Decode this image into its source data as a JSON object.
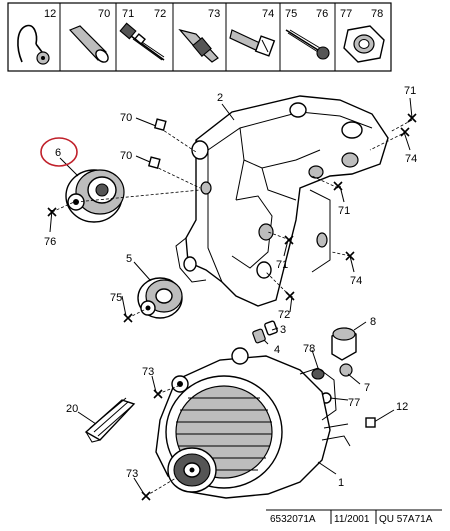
{
  "header": {
    "cells": [
      {
        "label": "12",
        "icon": "clip-icon"
      },
      {
        "label": "70",
        "icon": "plug-icon"
      },
      {
        "label": "71",
        "icon": "screw-icon"
      },
      {
        "label": "72",
        "icon": "screw-icon"
      },
      {
        "label": "73",
        "icon": "bolt-icon"
      },
      {
        "label": "74",
        "icon": "bolt-icon"
      },
      {
        "label": "75",
        "icon": "screw-icon"
      },
      {
        "label": "76",
        "icon": "screw-icon"
      },
      {
        "label": "77",
        "icon": "nut-icon"
      },
      {
        "label": "78",
        "icon": "nut-icon"
      }
    ]
  },
  "callouts": {
    "c2": "2",
    "c70a": "70",
    "c70b": "70",
    "c71a": "71",
    "c74a": "74",
    "c6": "6",
    "c76": "76",
    "c71b": "71",
    "c71c": "71",
    "c74b": "74",
    "c5": "5",
    "c75": "75",
    "c72": "72",
    "c3": "3",
    "c4": "4",
    "c8": "8",
    "c78": "78",
    "c7": "7",
    "c77": "77",
    "c73a": "73",
    "c20": "20",
    "c12": "12",
    "c73b": "73",
    "c1": "1"
  },
  "highlight": {
    "part": "6",
    "color": "#c0202a"
  },
  "footer": {
    "code": "6532071A",
    "date": "11/2001",
    "ref": "QU 57A71A"
  }
}
